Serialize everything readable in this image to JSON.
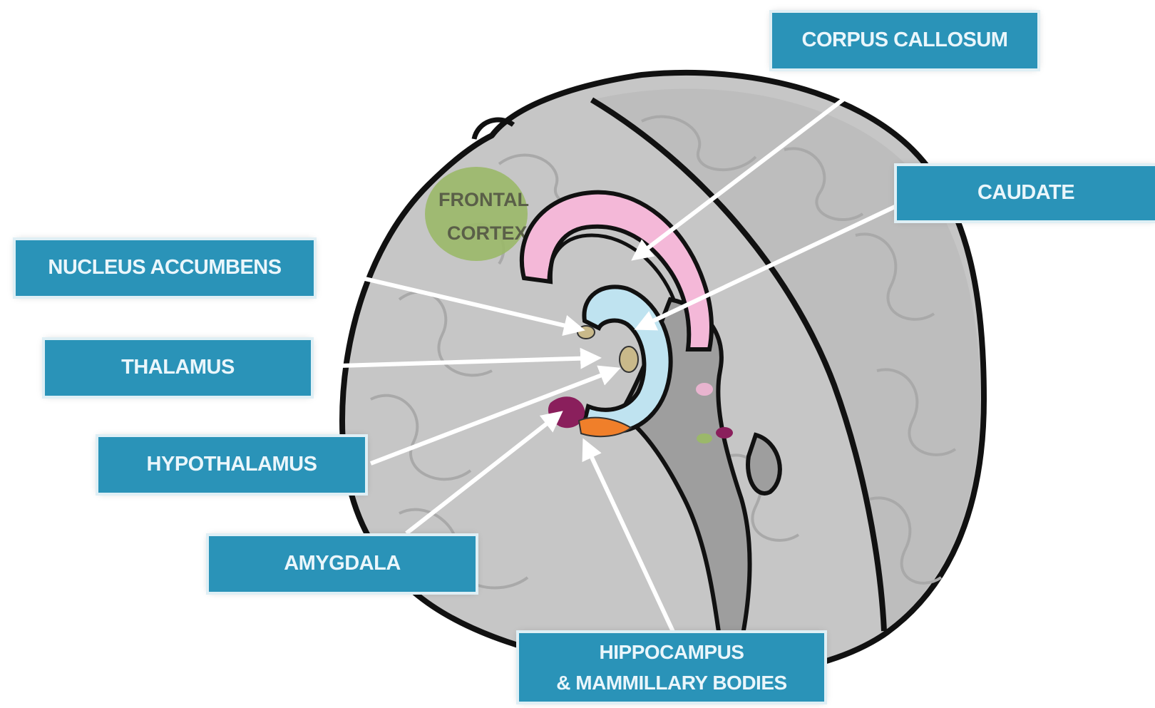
{
  "labels": {
    "corpus_callosum": "CORPUS CALLOSUM",
    "caudate": "CAUDATE",
    "nucleus_accumbens": "NUCLEUS ACCUMBENS",
    "thalamus": "THALAMUS",
    "hypothalamus": "HYPOTHALAMUS",
    "amygdala": "AMYGDALA",
    "hippocampus_line1": "HIPPOCAMPUS",
    "hippocampus_line2": "& MAMMILLARY BODIES"
  },
  "cortex_label": {
    "line1": "FRONTAL",
    "line2": "CORTEX"
  },
  "colors": {
    "label_fill": "#2a93b8",
    "label_text": "#eaf6fb",
    "brain_gray": "#c6c6c6",
    "outline": "#111111",
    "frontal_cortex": "#9bb86a",
    "corpus_callosum": "#f4b8d8",
    "caudate": "#bfe3f0",
    "amygdala": "#8a1f5c",
    "hippocampus": "#f07f2a",
    "arrow": "#ffffff"
  }
}
